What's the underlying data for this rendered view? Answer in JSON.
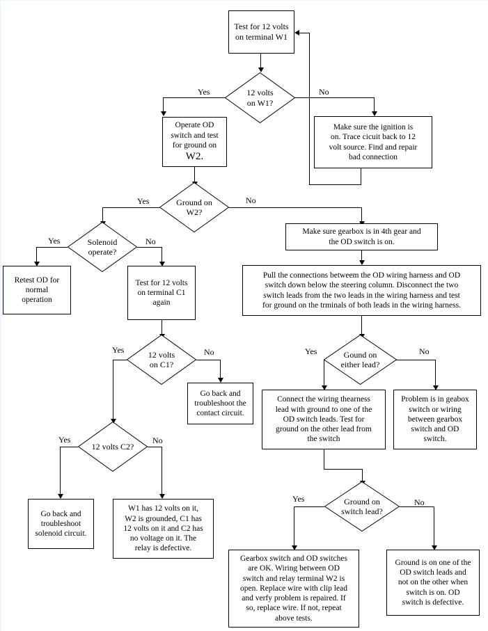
{
  "diagram": {
    "title": "OD (Overdrive) Electrical Troubleshooting Flowchart",
    "line_color": "#000000",
    "background": "#ffffff",
    "text_color": "#000000"
  },
  "nodes": {
    "n1_test_w1": "Test for 12 volts\non terminal W1",
    "d1_12v_w1": "12 volts\non W1?",
    "n2_operate_od": "Operate OD\nswitch and test\nfor ground on",
    "n2_operate_od_emph": "W2.",
    "n3_ignition": "Make sure the ignition is\non.  Trace cicuit back to 12\nvolt source.  Find and repair\nbad connection",
    "d2_ground_w2": "Ground on\nW2?",
    "d3_solenoid": "Solenoid\noperate?",
    "n4_retest_od": "Retest OD for\nnormal\noperation",
    "n5_test_c1": "Test for 12 volts\non terminal C1\nagain",
    "n6_gearbox_4th": "Make sure gearbox is in 4th gear and\nthe OD switch is on.",
    "n7_pull_connections": "Pull the connections betweem the OD wiring harness and OD\nswitch down below the steering column.  Disconnect the two\nswitch leads from the two leads in the wiring harness and test\nfor ground on the trminals of both leads in the wiring harness.",
    "d4_12v_c1": "12 volts\non C1?",
    "n8_go_back_contact": "Go back and\ntroubleshoot the\ncontact circuit.",
    "d5_gound_either": "Gound on\neither lead?",
    "n9_connect_harness": "Connect the wiring thearness\nlead with ground to one of the\nOD switch leads.  Test for\nground on the other lead from\nthe switch",
    "n10_problem_geabox": "Problem is in geabox\nswitch or wiring\nbetween gearbox\nswitch and OD\nswitch.",
    "d6_12v_c2": "12 volts C2?",
    "n11_go_back_solenoid": "Go back and\ntroubleshoot\nsolenoid circuit.",
    "n12_relay_defective": "W1 has 12 volts on it,\nW2 is grounded, C1 has\n12 volts on it and C2 has\nno voltage on it.   The\nrelay is defective.",
    "d7_ground_switch_lead": "Ground on\nswitch lead?",
    "n13_gearbox_ok": "Gearbox switch and OD switches\nare OK.  Wiring between OD\nswitch and relay terminal W2 is\nopen. Replace wire with clip lead\nand verfy problem is repaired.  If\nso, replace wire.  If not, repeat\nabove tests.",
    "n14_od_defective": "Ground is on one of the\nOD switch leads and\nnot on the other when\nswitch is on.  OD\nswitch is defective."
  },
  "edge_labels": {
    "e1_yes": "Yes",
    "e1_no": "No",
    "e2_yes": "Yes",
    "e2_no": "No",
    "e3_yes": "Yes",
    "e3_no": "No",
    "e4_yes": "Yes",
    "e4_no": "No",
    "e5_yes": "Yes",
    "e5_no": "No",
    "e6_yes": "Yes",
    "e6_no": "No",
    "e7_yes": "Yes",
    "e7_no": "No"
  }
}
